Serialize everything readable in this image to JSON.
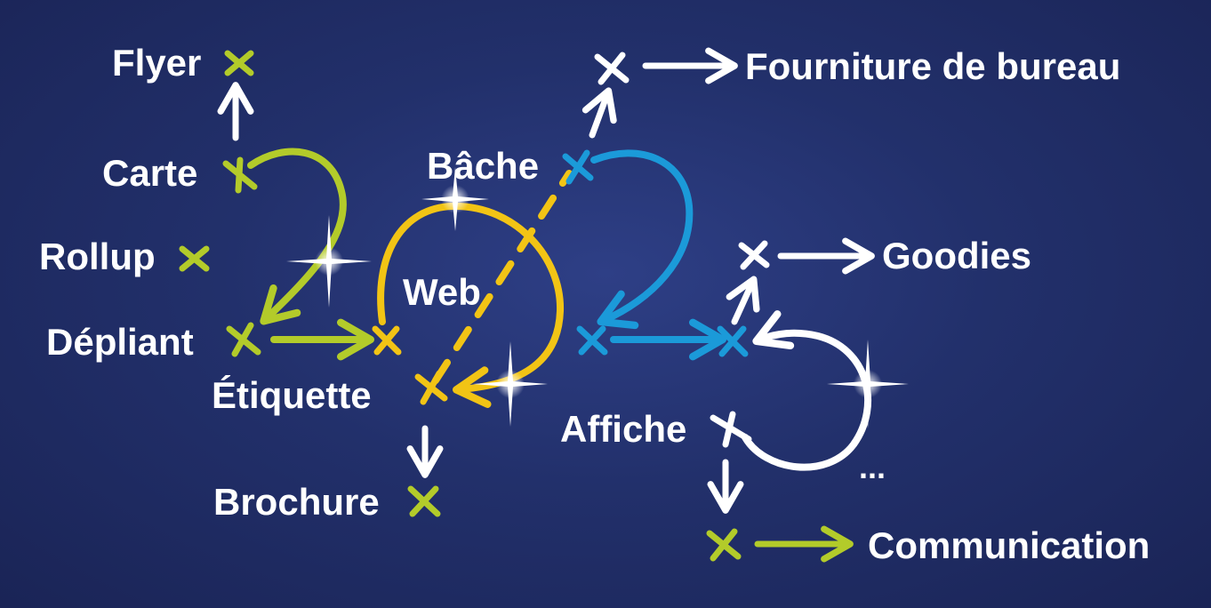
{
  "labels": {
    "flyer": "Flyer",
    "carte": "Carte",
    "rollup": "Rollup",
    "depliant": "Dépliant",
    "etiquette": "Étiquette",
    "brochure": "Brochure",
    "web": "Web",
    "bache": "Bâche",
    "fourniture": "Fourniture de bureau",
    "goodies": "Goodies",
    "affiche": "Affiche",
    "ellipsis": "...",
    "communication": "Communication"
  },
  "colors": {
    "background": "#22306b",
    "green": "#b3cb2a",
    "yellow": "#f2c415",
    "blue": "#1b9ad9",
    "white": "#ffffff"
  },
  "numbers": [
    "2",
    "0",
    "2",
    "5"
  ]
}
